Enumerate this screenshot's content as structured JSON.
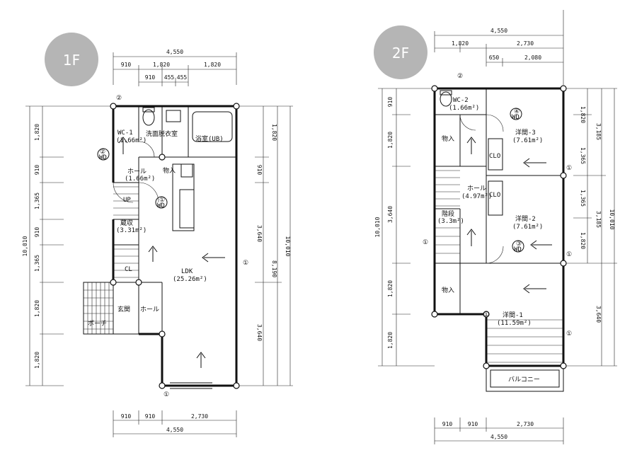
{
  "floor1": {
    "badge": "1F",
    "dims_top": [
      "4,550",
      "910",
      "1,820",
      "1,820",
      "910",
      "455",
      "455"
    ],
    "dims_bottom": [
      "910",
      "910",
      "2,730",
      "4,550"
    ],
    "dims_left": [
      "1,820",
      "910",
      "1,365",
      "910",
      "1,365",
      "1,820",
      "1,820",
      "10,010"
    ],
    "dims_right": [
      "1,820",
      "910",
      "3,640",
      "8,190",
      "3,640",
      "10,010"
    ],
    "rooms": {
      "wc": "WC-1",
      "wc_area": "(1.66m²)",
      "washroom": "洗面脱衣室",
      "bath": "浴室(UB)",
      "hall": "ホール",
      "hall_area": "(1.66m²)",
      "closet": "物入",
      "storage": "蔵収",
      "storage_area": "(3.31m²)",
      "cl": "CL",
      "ldk": "LDK",
      "ldk_area": "(25.26m²)",
      "entrance": "玄関",
      "entrance_hall": "ホール",
      "porch": "ポーチ",
      "up": "UP"
    },
    "markers": [
      "②",
      "②",
      "WD",
      "①",
      "WD",
      "①",
      "①"
    ]
  },
  "floor2": {
    "badge": "2F",
    "dims_top": [
      "4,550",
      "1,820",
      "2,730",
      "650",
      "2,080"
    ],
    "dims_bottom": [
      "910",
      "910",
      "2,730",
      "4,550"
    ],
    "dims_left": [
      "910",
      "1,820",
      "3,640",
      "1,820",
      "1,820",
      "10,010"
    ],
    "dims_right": [
      "1,820",
      "1,365",
      "3,185",
      "1,365",
      "1,820",
      "3,185",
      "10,010",
      "3,640"
    ],
    "rooms": {
      "wc": "WC-2",
      "wc_area": "(1.66m²)",
      "closet_a": "物入",
      "room3": "洋間-3",
      "room3_area": "(7.61m²)",
      "clo_a": "CLO",
      "hall": "ホール",
      "hall_area": "(4.97m²)",
      "clo_b": "CLO",
      "stairs": "階段",
      "stairs_area": "(3.3m²)",
      "room2": "洋間-2",
      "room2_area": "(7.61m²)",
      "closet_b": "物入",
      "room1": "洋間-1",
      "room1_area": "(11.59m²)",
      "balcony": "バルコニー"
    },
    "markers": [
      "②",
      "④",
      "WD",
      "①",
      "①",
      "③",
      "WD",
      "①",
      "①",
      "①"
    ]
  }
}
